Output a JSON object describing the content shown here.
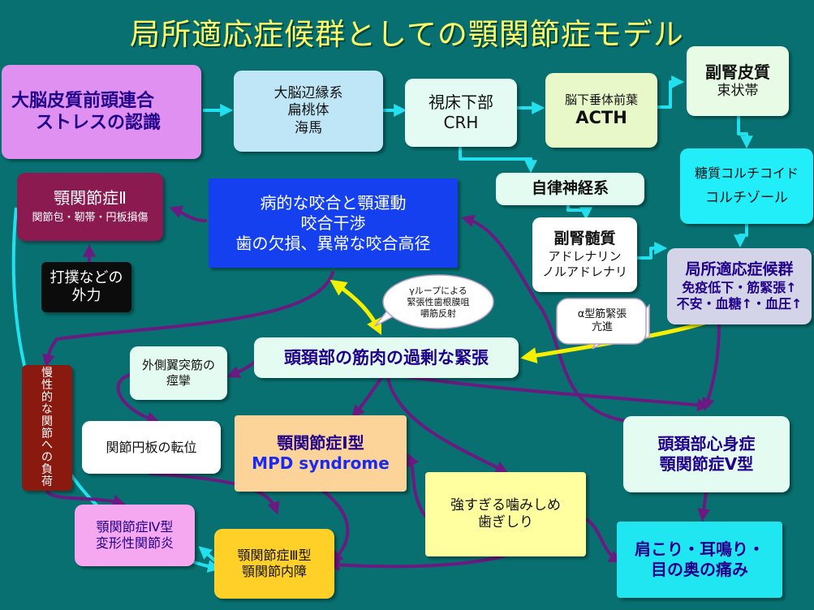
{
  "title": "局所適応症候群としての顎関節症モデル",
  "nodes": {
    "cortex": [
      "大脳皮質前頭連合",
      "ストレスの認識"
    ],
    "limbic": [
      "大脳辺縁系",
      "扁桃体",
      "海馬"
    ],
    "thalamus": [
      "視床下部",
      "CRH"
    ],
    "pituitary": [
      "脳下垂体前葉",
      "ACTH"
    ],
    "adrenal_cortex": [
      "副腎皮質",
      "束状帯"
    ],
    "glucocorticoid": [
      "糖質コルチコイド",
      "コルチゾール"
    ],
    "autonomic": [
      "自律神経系"
    ],
    "adrenal_medulla": [
      "副腎髄質",
      "アドレナリン",
      "ノルアドレナリ"
    ],
    "las": [
      "局所適応症候群",
      "免疫低下・筋緊張↑",
      "不安・血糖↑・血圧↑"
    ],
    "tmd2": [
      "顎関節症Ⅱ",
      "関節包・靭帯・円板損傷"
    ],
    "trauma": [
      "打撲などの",
      "外力"
    ],
    "occlusion": [
      "病的な咬合と顎運動",
      "咬合干渉",
      "歯の欠損、異常な咬合高径"
    ],
    "gamma_bubble": [
      "γループによる",
      "緊張性歯根膜咀",
      "嚼筋反射"
    ],
    "alpha_bubble": [
      "α型筋緊張",
      "亢進"
    ],
    "neck_tension": [
      "頭頚部の筋肉の過剰な緊張"
    ],
    "lateral_pterygoid": [
      "外側翼突筋の",
      "痙攣"
    ],
    "chronic_load": [
      "慢",
      "性",
      "的",
      "な",
      "関",
      "節",
      "へ",
      "の",
      "負",
      "荷"
    ],
    "disc_displacement": [
      "関節円板の転位"
    ],
    "tmd1": [
      "顎関節症Ⅰ型",
      "MPD syndrome"
    ],
    "psychosomatic": [
      "頭頚部心身症",
      "顎関節症Ⅴ型"
    ],
    "clenching": [
      "強すぎる噛みしめ",
      "歯ぎしり"
    ],
    "tmd4": [
      "顎関節症Ⅳ型",
      "変形性関節炎"
    ],
    "tmd3": [
      "顎関節症Ⅲ型",
      "顎関節内障"
    ],
    "symptoms": [
      "肩こり・耳鳴り・",
      "目の奥の痛み"
    ]
  },
  "colors": {
    "background": "#087070",
    "title": "#ffff66",
    "arrow_cyan": "#22e0ee",
    "arrow_purple": "#6a1a80",
    "arrow_yellow": "#f5f000"
  }
}
